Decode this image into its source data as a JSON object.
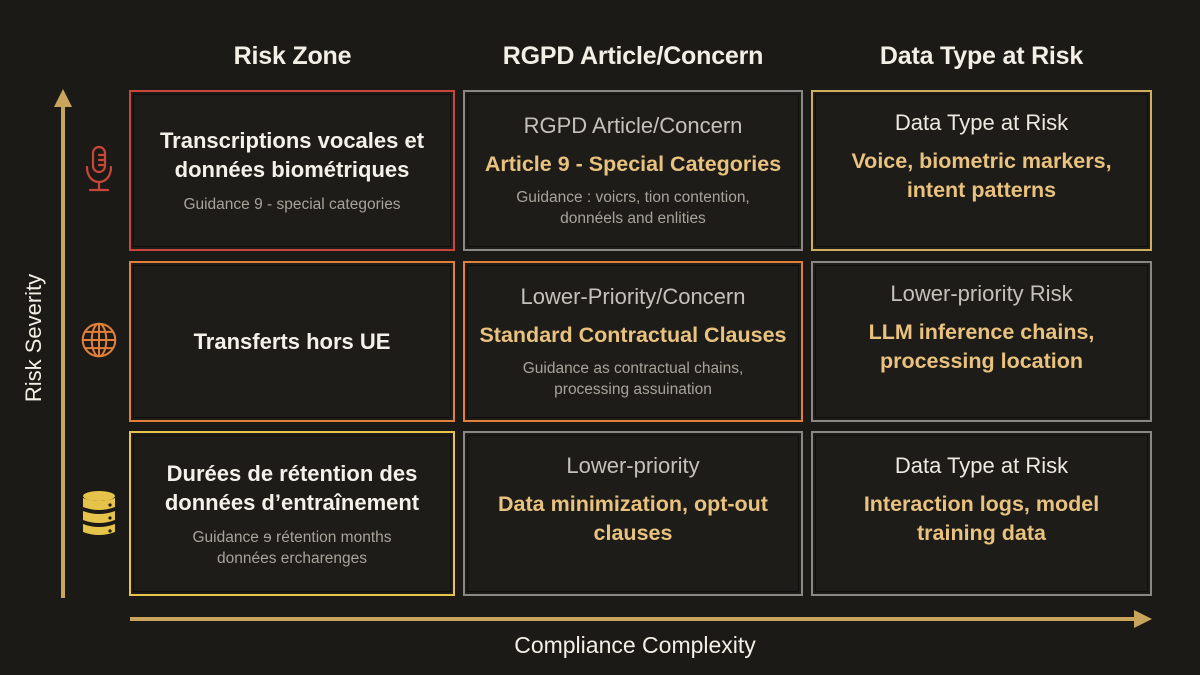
{
  "colors": {
    "background": "#1c1a17",
    "axis": "#c9a45c",
    "border_red": "#c9463a",
    "border_orange": "#e0803a",
    "border_yellow": "#e6c34a",
    "border_gold": "#cfae62",
    "border_gray": "#8a8884",
    "accent_text": "#e8c27e"
  },
  "headers": {
    "risk_zone": "Risk Zone",
    "rgpd_article": "RGPD Article/Concern",
    "data_type": "Data Type at Risk"
  },
  "axes": {
    "y_label": "Risk Severity",
    "x_label": "Compliance Complexity"
  },
  "rows": [
    {
      "icon": "microphone-icon",
      "zone": {
        "title": "Transcriptions vocales et données biométriques",
        "guidance": "Guidance 9 - special categories",
        "border": "red"
      },
      "article": {
        "heading": "RGPD Article/Concern",
        "accent": "Article 9 - Special Categories",
        "guidance": "Guidance : voicrs, tion contention, donnéels and enlities",
        "border": "gray"
      },
      "data_type": {
        "heading": "Data Type at Risk",
        "accent": "Voice, biometric markers, intent patterns",
        "border": "gold"
      }
    },
    {
      "icon": "globe-icon",
      "zone": {
        "title": "Transferts hors UE",
        "border": "orange"
      },
      "article": {
        "heading": "Lower-Priority/Concern",
        "accent": "Standard Contractual Clauses",
        "guidance": "Guidance as contractual chains, processing assuination",
        "border": "orange"
      },
      "data_type": {
        "heading": "Lower-priority Risk",
        "accent": "LLM inference chains, processing location",
        "border": "gray"
      }
    },
    {
      "icon": "database-icon",
      "zone": {
        "title": "Durées de rétention des données d’entraînement",
        "guidance": "Guidance ɘ rétention months données ercharenges",
        "border": "yellow"
      },
      "article": {
        "heading": "Lower-priority",
        "accent": "Data minimization, opt-out clauses",
        "border": "gray"
      },
      "data_type": {
        "heading": "Data Type at Risk",
        "accent": "Interaction logs, model training data",
        "border": "gray"
      }
    }
  ]
}
